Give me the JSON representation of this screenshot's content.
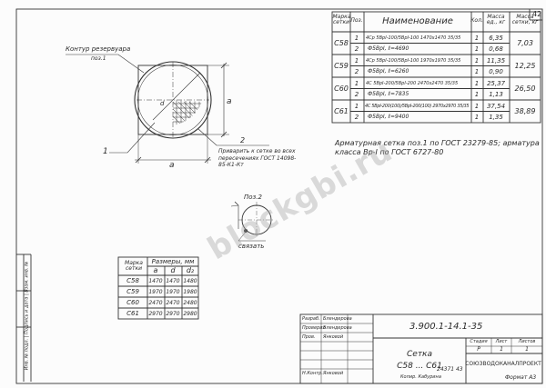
{
  "sheet": {
    "number": "42",
    "format": "Формат А3",
    "copied": "Копир. Кабурина",
    "archive_no": "24371 43"
  },
  "spec_table": {
    "headers": {
      "mark": "Марка сетки",
      "pos": "Поз.",
      "name": "Наименование",
      "qty": "Кол.",
      "mass_unit": "Масса ед., кг",
      "mass_total": "Масса сетки, кг"
    },
    "rows": [
      {
        "mark": "С58",
        "items": [
          {
            "pos": "1",
            "name": "4Ср 5ВрI-100/5ВрI-100 1470x1470 35/35",
            "qty": "1",
            "mass": "6,35"
          },
          {
            "pos": "2",
            "name": "Ф5ВрI, ℓ=4690",
            "qty": "1",
            "mass": "0,68"
          }
        ],
        "total": "7,03"
      },
      {
        "mark": "С59",
        "items": [
          {
            "pos": "1",
            "name": "4Ср 5ВрI-100/5ВрI-100 1970x1970 35/35",
            "qty": "1",
            "mass": "11,35"
          },
          {
            "pos": "2",
            "name": "Ф5ВрI, ℓ=6260",
            "qty": "1",
            "mass": "0,90"
          }
        ],
        "total": "12,25"
      },
      {
        "mark": "С60",
        "items": [
          {
            "pos": "1",
            "name": "4С 5ВрI-200/5ВрI-200 2470x2470 35/35",
            "qty": "1",
            "mass": "25,37"
          },
          {
            "pos": "2",
            "name": "Ф5ВрI, ℓ=7835",
            "qty": "1",
            "mass": "1,13"
          }
        ],
        "total": "26,50"
      },
      {
        "mark": "С61",
        "items": [
          {
            "pos": "1",
            "name": "4С 5ВрI-200(100)/5ВрI-200(100) 2970x2970 35/35",
            "qty": "1",
            "mass": "37,54"
          },
          {
            "pos": "2",
            "name": "Ф5ВрI, ℓ=9400",
            "qty": "1",
            "mass": "1,35"
          }
        ],
        "total": "38,89"
      }
    ]
  },
  "drawing": {
    "contour_label": "Контур резервуара",
    "contour_pos": "поз.1",
    "dim_a_right": "a",
    "dim_a_bottom": "a",
    "dim_d": "d",
    "weld_num": "2",
    "weld_note": "Приварить к сетке во всех пересечениях ГОСТ 14098-85-К1-Кт",
    "callout_1": "1",
    "pos2_title": "Поз.2",
    "tie_label": "связать"
  },
  "note": "Арматурная сетка поз.1 по ГОСТ 23279-85; арматура класса Вр-I по ГОСТ 6727-80",
  "dims_table": {
    "h_mark": "Марка сетки",
    "h_sizes": "Размеры, мм",
    "h_a": "a",
    "h_d1": "d",
    "h_d2": "d₂",
    "rows": [
      {
        "mark": "С58",
        "a": "1470",
        "d1": "1470",
        "d2": "1480"
      },
      {
        "mark": "С59",
        "a": "1970",
        "d1": "1970",
        "d2": "1980"
      },
      {
        "mark": "С60",
        "a": "2470",
        "d1": "2470",
        "d2": "2480"
      },
      {
        "mark": "С61",
        "a": "2970",
        "d1": "2970",
        "d2": "2980"
      }
    ]
  },
  "title_block": {
    "code": "3.900.1-14.1-35",
    "title": "Сетка",
    "marks": "С58 ... С61",
    "org": "СОЮЗВОДОКАНАЛПРОЕКТ",
    "stage_h": "Стадия",
    "sheet_h": "Лист",
    "sheets_h": "Листов",
    "stage": "Р",
    "sheet": "1",
    "sheets": "1",
    "roles": [
      {
        "role": "Разраб.",
        "name": "Блендерова"
      },
      {
        "role": "Проверил",
        "name": "Блендерова"
      },
      {
        "role": "Пров.",
        "name": "Янковой"
      },
      {
        "role": "Н.Контр.",
        "name": "Янковой"
      }
    ]
  },
  "side_stamp": "Инв. № подл. | Подпись и дата | Взам. инв. №",
  "watermark": "blockgbi.ru"
}
